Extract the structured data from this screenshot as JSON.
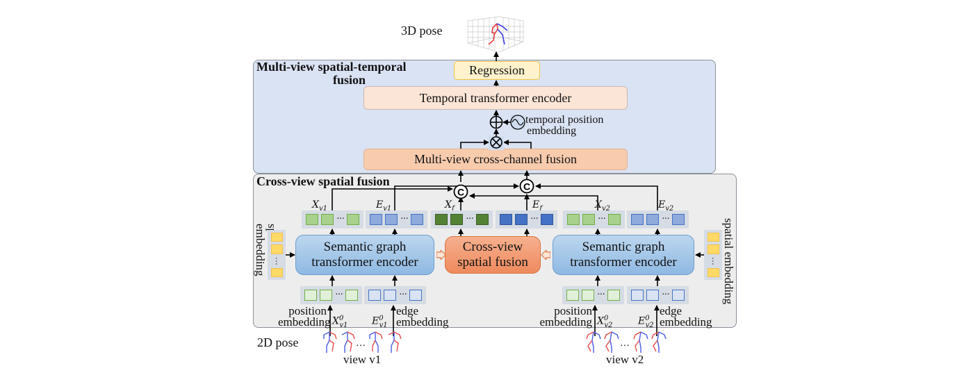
{
  "top": {
    "output_label": "3D pose",
    "output_icon": "3d-skeleton-plot"
  },
  "multi_view_panel": {
    "title_line1": "Multi-view spatial-temporal",
    "title_line2": "fusion",
    "regression_label": "Regression",
    "temporal_encoder_label": "Temporal transformer encoder",
    "add_operator": "⊕",
    "multiply_operator": "⊗",
    "temporal_pos_embedding_line1": "temporal position",
    "temporal_pos_embedding_line2": "embedding",
    "cross_channel_fusion_label": "Multi-view cross-channel fusion"
  },
  "cross_view_panel": {
    "title": "Cross-view spatial fusion",
    "concat_symbol": "©",
    "sgte_line1": "Semantic graph",
    "sgte_line2": "transformer encoder",
    "cvsf_line1": "Cross-view",
    "cvsf_line2": "spatial fusion",
    "spatial_embedding_label": "spatial embedding",
    "position_embedding_line1": "position",
    "position_embedding_line2": "embedding",
    "edge_embedding_line1": "edge",
    "edge_embedding_line2": "embedding",
    "ellipsis": "···",
    "vertical_ellipsis": "···",
    "outputs": {
      "xv1": {
        "base": "X",
        "sub": "v1"
      },
      "ev1": {
        "base": "E",
        "sub": "v1"
      },
      "xf": {
        "base": "X",
        "sub": "f"
      },
      "ef": {
        "base": "E",
        "sub": "f"
      },
      "xv2": {
        "base": "X",
        "sub": "v2"
      },
      "ev2": {
        "base": "E",
        "sub": "v2"
      }
    },
    "inputs": {
      "xv1": {
        "base": "X",
        "sup": "0",
        "sub": "v1"
      },
      "ev1": {
        "base": "E",
        "sup": "0",
        "sub": "v1"
      },
      "xv2": {
        "base": "X",
        "sup": "0",
        "sub": "v2"
      },
      "ev2": {
        "base": "E",
        "sup": "0",
        "sub": "v2"
      }
    }
  },
  "bottom": {
    "input_label": "2D pose",
    "view1_label": "view v1",
    "view2_label": "view v2",
    "ellipsis": "···"
  },
  "colors": {
    "top_panel_bg": "#dae3f3",
    "bottom_panel_bg": "#ededed",
    "regression_fill": "#fff2cc",
    "temporal_fill": "#fbe5d6",
    "fusion_fill": "#f8cbad",
    "sgte_fill": "#9dc3e6",
    "cvsf_fill": "#f4a27a",
    "skeleton_red": "#e84a4a",
    "skeleton_blue": "#4a5be8"
  }
}
